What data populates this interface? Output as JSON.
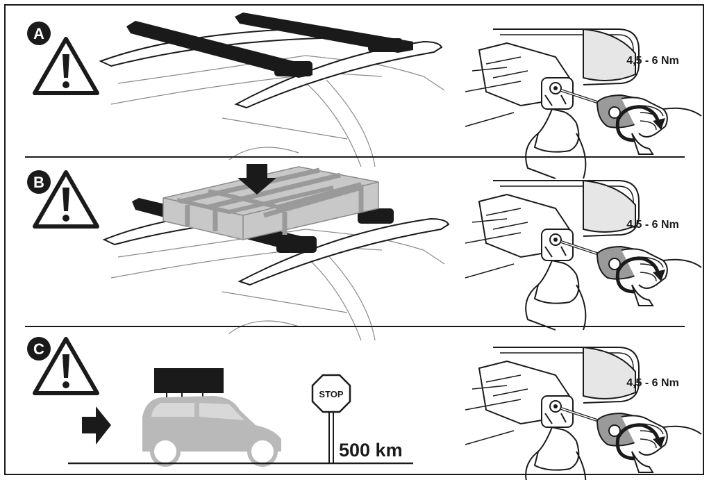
{
  "panels": [
    {
      "step": "A",
      "torque": "4,5 - 6 Nm"
    },
    {
      "step": "B",
      "torque": "4,5 - 6 Nm"
    },
    {
      "step": "C",
      "torque": "4,5 - 6 Nm",
      "sign": "STOP",
      "distance": "500 km"
    }
  ],
  "colors": {
    "ink": "#1a1a1a",
    "grey": "#b9b9b9",
    "box": "#c8c8c8",
    "strap": "#9a9a9a"
  }
}
